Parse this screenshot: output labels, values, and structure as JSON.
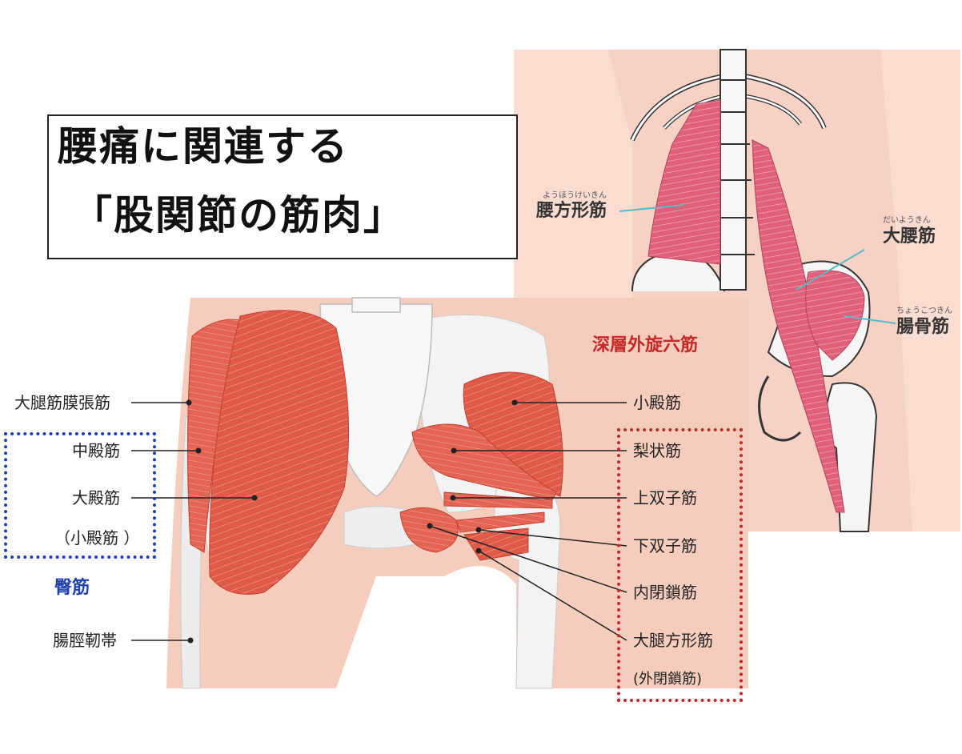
{
  "title": {
    "line1": "腰痛に関連する",
    "line2": "「股関節の筋肉」"
  },
  "groups": {
    "deep_rotators": "深層外旋六筋",
    "gluteals": "臀筋"
  },
  "labels": {
    "tfl": "大腿筋膜張筋",
    "gluteus_medius": "中殿筋",
    "gluteus_maximus": "大殿筋",
    "gluteus_minimus_paren": "（小殿筋 ）",
    "it_band": "腸脛靭帯",
    "gluteus_minimus": "小殿筋",
    "piriformis": "梨状筋",
    "superior_gemellus": "上双子筋",
    "inferior_gemellus": "下双子筋",
    "obturator_internus": "内閉鎖筋",
    "quadratus_femoris": "大腿方形筋",
    "obturator_externus_paren": "(外閉鎖筋)",
    "quadratus_lumborum": "腰方形筋",
    "psoas_major": "大腰筋",
    "iliacus": "腸骨筋"
  },
  "readings": {
    "quadratus_lumborum": "ようほうけいきん",
    "psoas_major": "だいようきん",
    "iliacus": "ちょうこつきん"
  },
  "colors": {
    "muscle": "#e05a4a",
    "muscle_light": "#ef8a7a",
    "skin": "#f6cdbd",
    "bone": "#f3f3f3",
    "deep_group": "#c62828",
    "gluteal_group": "#1e3fb0"
  }
}
